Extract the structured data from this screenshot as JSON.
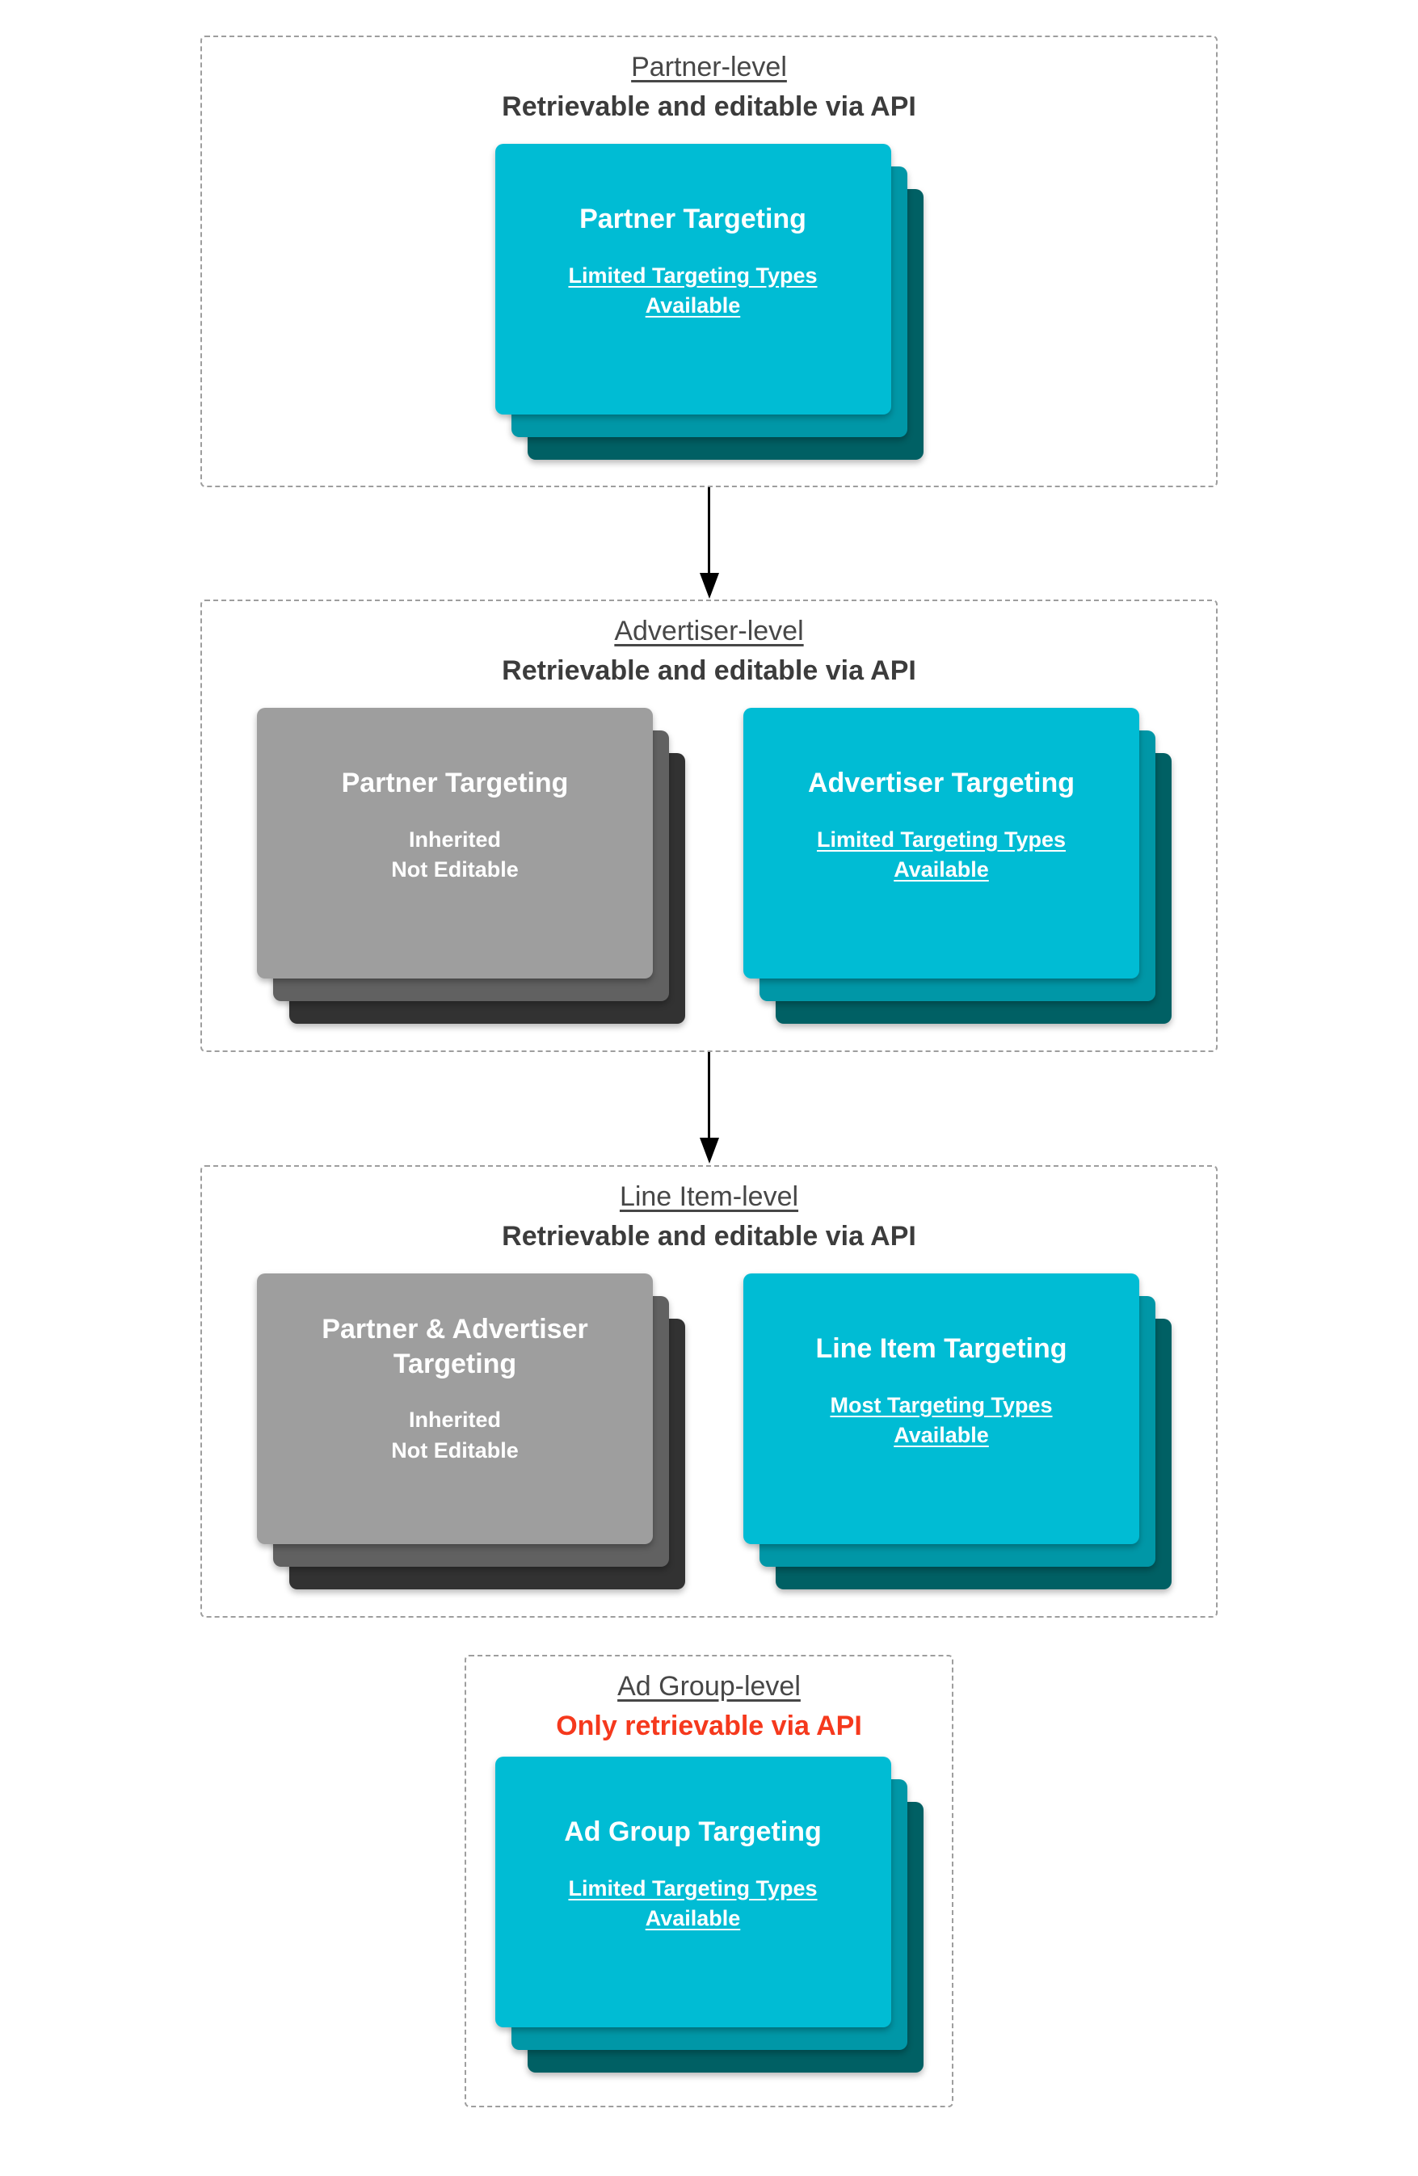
{
  "colors": {
    "teal_front": "#00BCD4",
    "teal_mid": "#0097A7",
    "teal_back": "#006064",
    "gray_front": "#9E9E9E",
    "gray_mid": "#616161",
    "gray_back": "#323232",
    "title_gray": "#3C3C3C",
    "alert_red": "#F5391D",
    "arrow_black": "#000000",
    "dashed_border": "#9E9E9E"
  },
  "sections": [
    {
      "title": "Partner-level",
      "subtitle": "Retrievable and editable via API",
      "cards": [
        {
          "variant": "teal",
          "title": "Partner Targeting",
          "line1": "Limited Targeting Types",
          "line2": "Available"
        }
      ]
    },
    {
      "title": "Advertiser-level",
      "subtitle": "Retrievable and editable via API",
      "cards": [
        {
          "variant": "gray",
          "title": "Partner Targeting",
          "line1": "Inherited",
          "line2": "Not Editable"
        },
        {
          "variant": "teal",
          "title": "Advertiser Targeting",
          "line1": "Limited Targeting Types",
          "line2": "Available"
        }
      ]
    },
    {
      "title": "Line Item-level",
      "subtitle": "Retrievable and editable via API",
      "cards": [
        {
          "variant": "gray",
          "title": "Partner & Advertiser Targeting",
          "line1": "Inherited",
          "line2": "Not Editable"
        },
        {
          "variant": "teal",
          "title": "Line Item Targeting",
          "line1": "Most Targeting Types",
          "line2": "Available"
        }
      ]
    },
    {
      "title": "Ad Group-level",
      "subtitle": "Only retrievable via API",
      "cards": [
        {
          "variant": "teal",
          "title": "Ad Group Targeting",
          "line1": "Limited Targeting Types",
          "line2": "Available"
        }
      ]
    }
  ]
}
